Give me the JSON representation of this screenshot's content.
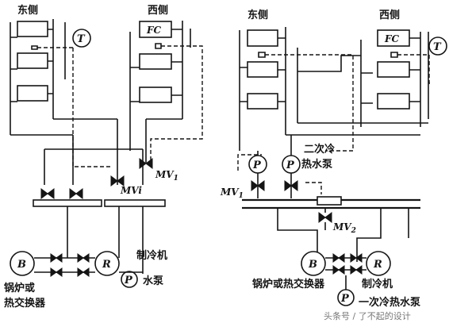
{
  "left": {
    "east_label": "东侧",
    "west_label": "西侧",
    "thermostat": "T",
    "fc": "FC",
    "mv1": "MV",
    "mv1_sub": "1",
    "mv_center": "MVi",
    "boiler": "B",
    "chiller": "R",
    "pump": "P",
    "chiller_text": "制冷机",
    "pump_text": "水泵",
    "boiler_text_1": "锅炉或",
    "boiler_text_2": "热交换器"
  },
  "right": {
    "east_label": "东侧",
    "west_label": "西侧",
    "fc": "FC",
    "thermostat": "T",
    "pump_left": "P",
    "pump_right": "P",
    "secondary_pump_1": "二次冷",
    "secondary_pump_2": "热水泵",
    "mv1": "MV",
    "mv1_sub": "1",
    "mv2": "MV",
    "mv2_sub": "2",
    "boiler": "B",
    "chiller": "R",
    "boiler_text": "锅炉或热交换器",
    "chiller_text": "制冷机",
    "primary_pump_circle": "P",
    "primary_pump_text": "一次冷热水泵"
  },
  "watermark": "头条号 / 了不起的设计"
}
